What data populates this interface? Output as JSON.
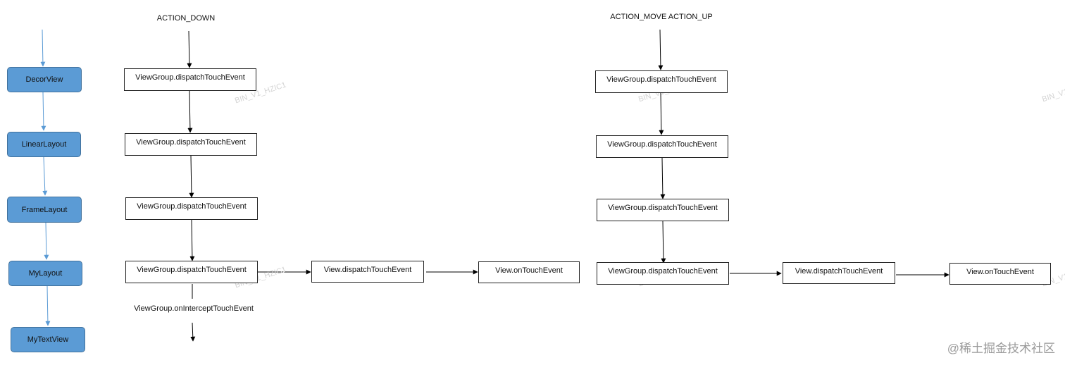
{
  "headers": {
    "down": "ACTION_DOWN",
    "move_up": "ACTION_MOVE ACTION_UP"
  },
  "view_hierarchy": [
    "DecorView",
    "LinearLayout",
    "FrameLayout",
    "MyLayout",
    "MyTextView"
  ],
  "down_flow": {
    "dispatch_nodes": [
      "ViewGroup.dispatchTouchEvent",
      "ViewGroup.dispatchTouchEvent",
      "ViewGroup.dispatchTouchEvent",
      "ViewGroup.dispatchTouchEvent"
    ],
    "view_dispatch": "View.dispatchTouchEvent",
    "view_touch": "View.onTouchEvent",
    "intercept_label": "ViewGroup.onInterceptTouchEvent"
  },
  "move_flow": {
    "dispatch_nodes": [
      "ViewGroup.dispatchTouchEvent",
      "ViewGroup.dispatchTouchEvent",
      "ViewGroup.dispatchTouchEvent",
      "ViewGroup.dispatchTouchEvent"
    ],
    "view_dispatch": "View.dispatchTouchEvent",
    "view_touch": "View.onTouchEvent"
  },
  "watermark": "BIN_V1_HZIC1",
  "credit": "@稀土掘金技术社区",
  "colors": {
    "hierarchy_fill": "#5b9bd5",
    "hierarchy_arrow": "#5b9bd5",
    "flow_arrow": "#000000"
  }
}
